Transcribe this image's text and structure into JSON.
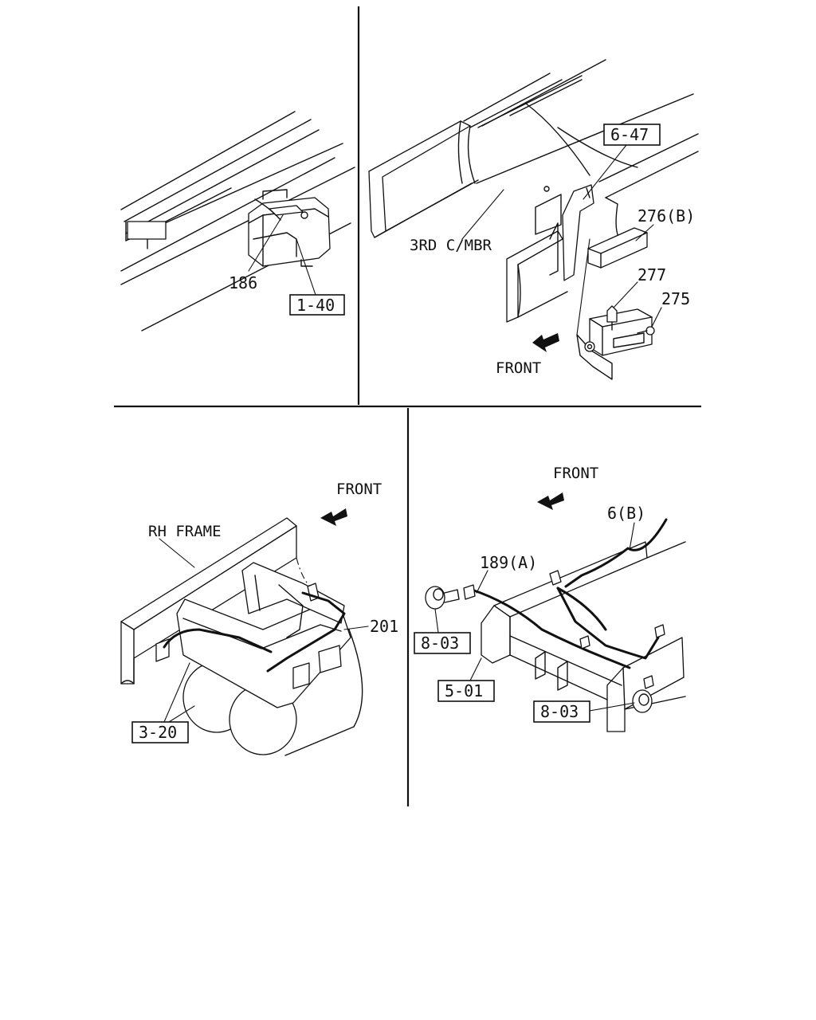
{
  "diagram": {
    "panel_top_left": {
      "callouts": {
        "part_186": "186",
        "ref_1_40": "1-40"
      }
    },
    "panel_top_right": {
      "callouts": {
        "ref_6_47": "6-47",
        "part_276b": "276(B)",
        "part_277": "277",
        "part_275": "275"
      },
      "labels": {
        "crossmember": "3RD C/MBR",
        "front": "FRONT"
      }
    },
    "panel_bottom_left": {
      "callouts": {
        "part_201": "201",
        "ref_3_20": "3-20"
      },
      "labels": {
        "rh_frame": "RH FRAME",
        "front": "FRONT"
      }
    },
    "panel_bottom_right": {
      "callouts": {
        "part_6b": "6(B)",
        "part_189a": "189(A)",
        "ref_8_03_left": "8-03",
        "ref_5_01": "5-01",
        "ref_8_03_right": "8-03"
      },
      "labels": {
        "front": "FRONT"
      }
    }
  }
}
